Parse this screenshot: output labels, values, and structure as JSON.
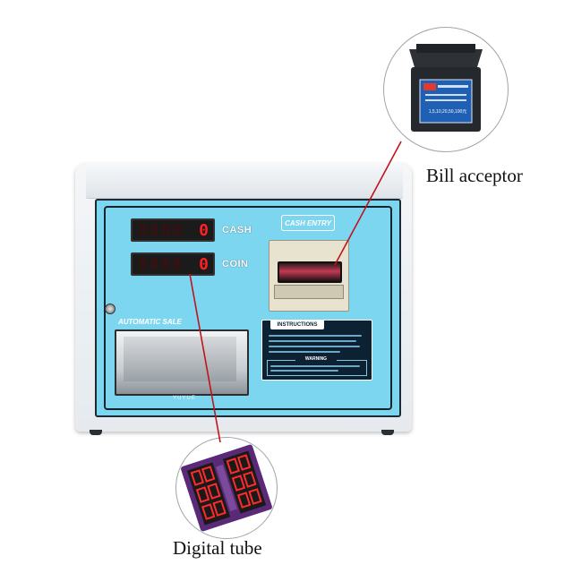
{
  "machine": {
    "cash_display": "0",
    "coin_display": "0",
    "cash_label": "CASH",
    "coin_label": "COIN",
    "cash_entry_label": "CASH ENTRY",
    "automatic_sale_label": "AUTOMATIC SALE",
    "instructions_label": "INSTRUCTIONS",
    "warning_label": "WARNING",
    "brand_text": "YUYUE"
  },
  "callouts": [
    {
      "label": "Bill acceptor",
      "sticker_text": "1,5,10,20,50,100元"
    },
    {
      "label": "Digital tube"
    }
  ],
  "colors": {
    "panel": "#7dd6ef",
    "leader_line": "#c0141c",
    "digit_red": "#ff2020"
  }
}
